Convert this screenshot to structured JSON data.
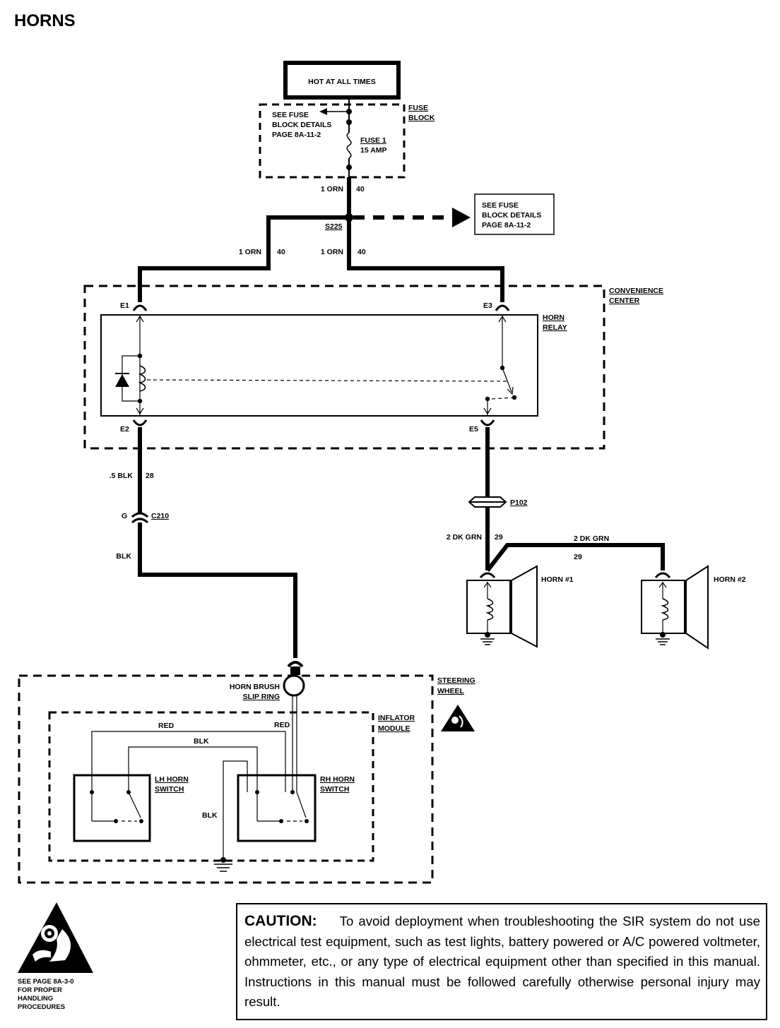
{
  "title": "HORNS",
  "power_source": "HOT AT ALL TIMES",
  "fuse_block": {
    "label_line1": "FUSE",
    "label_line2": "BLOCK",
    "see_line1": "SEE FUSE",
    "see_line2": "BLOCK DETAILS",
    "see_line3": "PAGE 8A-11-2",
    "fuse_name": "FUSE 1",
    "fuse_rating": "15 AMP"
  },
  "wires": {
    "fuse_out": {
      "gauge_color": "1 ORN",
      "circuit": "40"
    },
    "splice_left": {
      "gauge_color": "1 ORN",
      "circuit": "40"
    },
    "splice_right": {
      "gauge_color": "1 ORN",
      "circuit": "40"
    },
    "relay_ground": {
      "gauge_color": ".5 BLK",
      "circuit": "28"
    },
    "c210_out": {
      "gauge_color": "BLK"
    },
    "horn1_feed": {
      "gauge_color": "2 DK GRN",
      "circuit": "29"
    },
    "horn2_feed": {
      "gauge_color": "2 DK GRN",
      "circuit": "29"
    }
  },
  "splice": {
    "name": "S225",
    "ref_line1": "SEE FUSE",
    "ref_line2": "BLOCK DETAILS",
    "ref_line3": "PAGE 8A-11-2"
  },
  "convenience_center": {
    "label_line1": "CONVENIENCE",
    "label_line2": "CENTER",
    "relay_line1": "HORN",
    "relay_line2": "RELAY",
    "terminals": [
      "E1",
      "E3",
      "E2",
      "E5"
    ]
  },
  "connectors": {
    "p102": "P102",
    "c210": "C210",
    "c210_pin": "G"
  },
  "horns": {
    "horn1": "HORN #1",
    "horn2": "HORN #2"
  },
  "steering_wheel": {
    "label_line1": "STEERING",
    "label_line2": "WHEEL",
    "brush_line1": "HORN BRUSH",
    "brush_line2": "SLIP RING",
    "module_line1": "INFLATOR",
    "module_line2": "MODULE",
    "wire_red_left": "RED",
    "wire_blk_top": "BLK",
    "wire_red_right": "RED",
    "wire_blk_ground": "BLK",
    "lh_switch_line1": "LH HORN",
    "lh_switch_line2": "SWITCH",
    "rh_switch_line1": "RH HORN",
    "rh_switch_line2": "SWITCH"
  },
  "sir_note": "SEE PAGE 8A-3-0\nFOR PROPER\nHANDLING\nPROCEDURES",
  "caution": {
    "heading": "CAUTION:",
    "text": "To avoid deployment when troubleshooting the SIR system do not use electrical test equipment, such as test lights, battery powered or A/C powered voltmeter, ohmmeter, etc., or any type of electrical equipment other than specified in this manual.  Instructions in this manual must be followed carefully otherwise personal injury may result."
  }
}
